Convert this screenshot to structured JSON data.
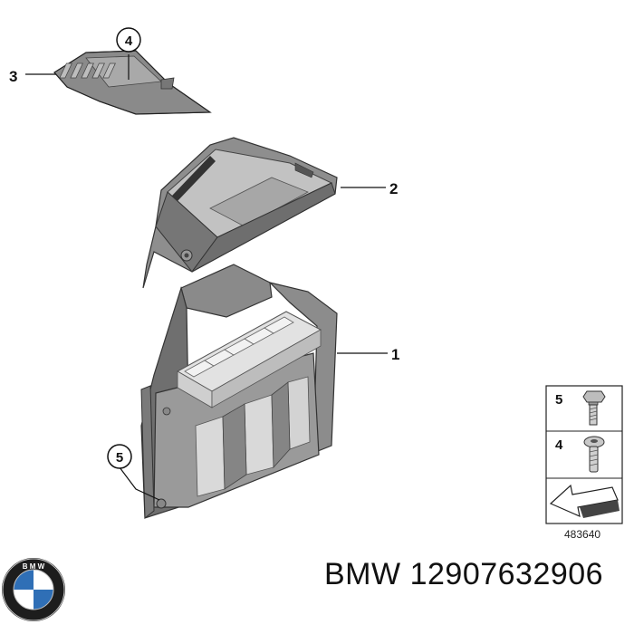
{
  "diagram": {
    "callouts": {
      "part_1": "1",
      "part_2": "2",
      "part_3": "3",
      "part_4": "4",
      "part_5": "5"
    },
    "legend": {
      "item_5": "5",
      "item_4": "4",
      "diagram_number": "483640"
    }
  },
  "footer": {
    "brand": "BMW",
    "part_number": "12907632906"
  },
  "icons": [
    "bmw-logo-icon",
    "bolt-icon",
    "screw-icon",
    "direction-arrow-icon"
  ]
}
